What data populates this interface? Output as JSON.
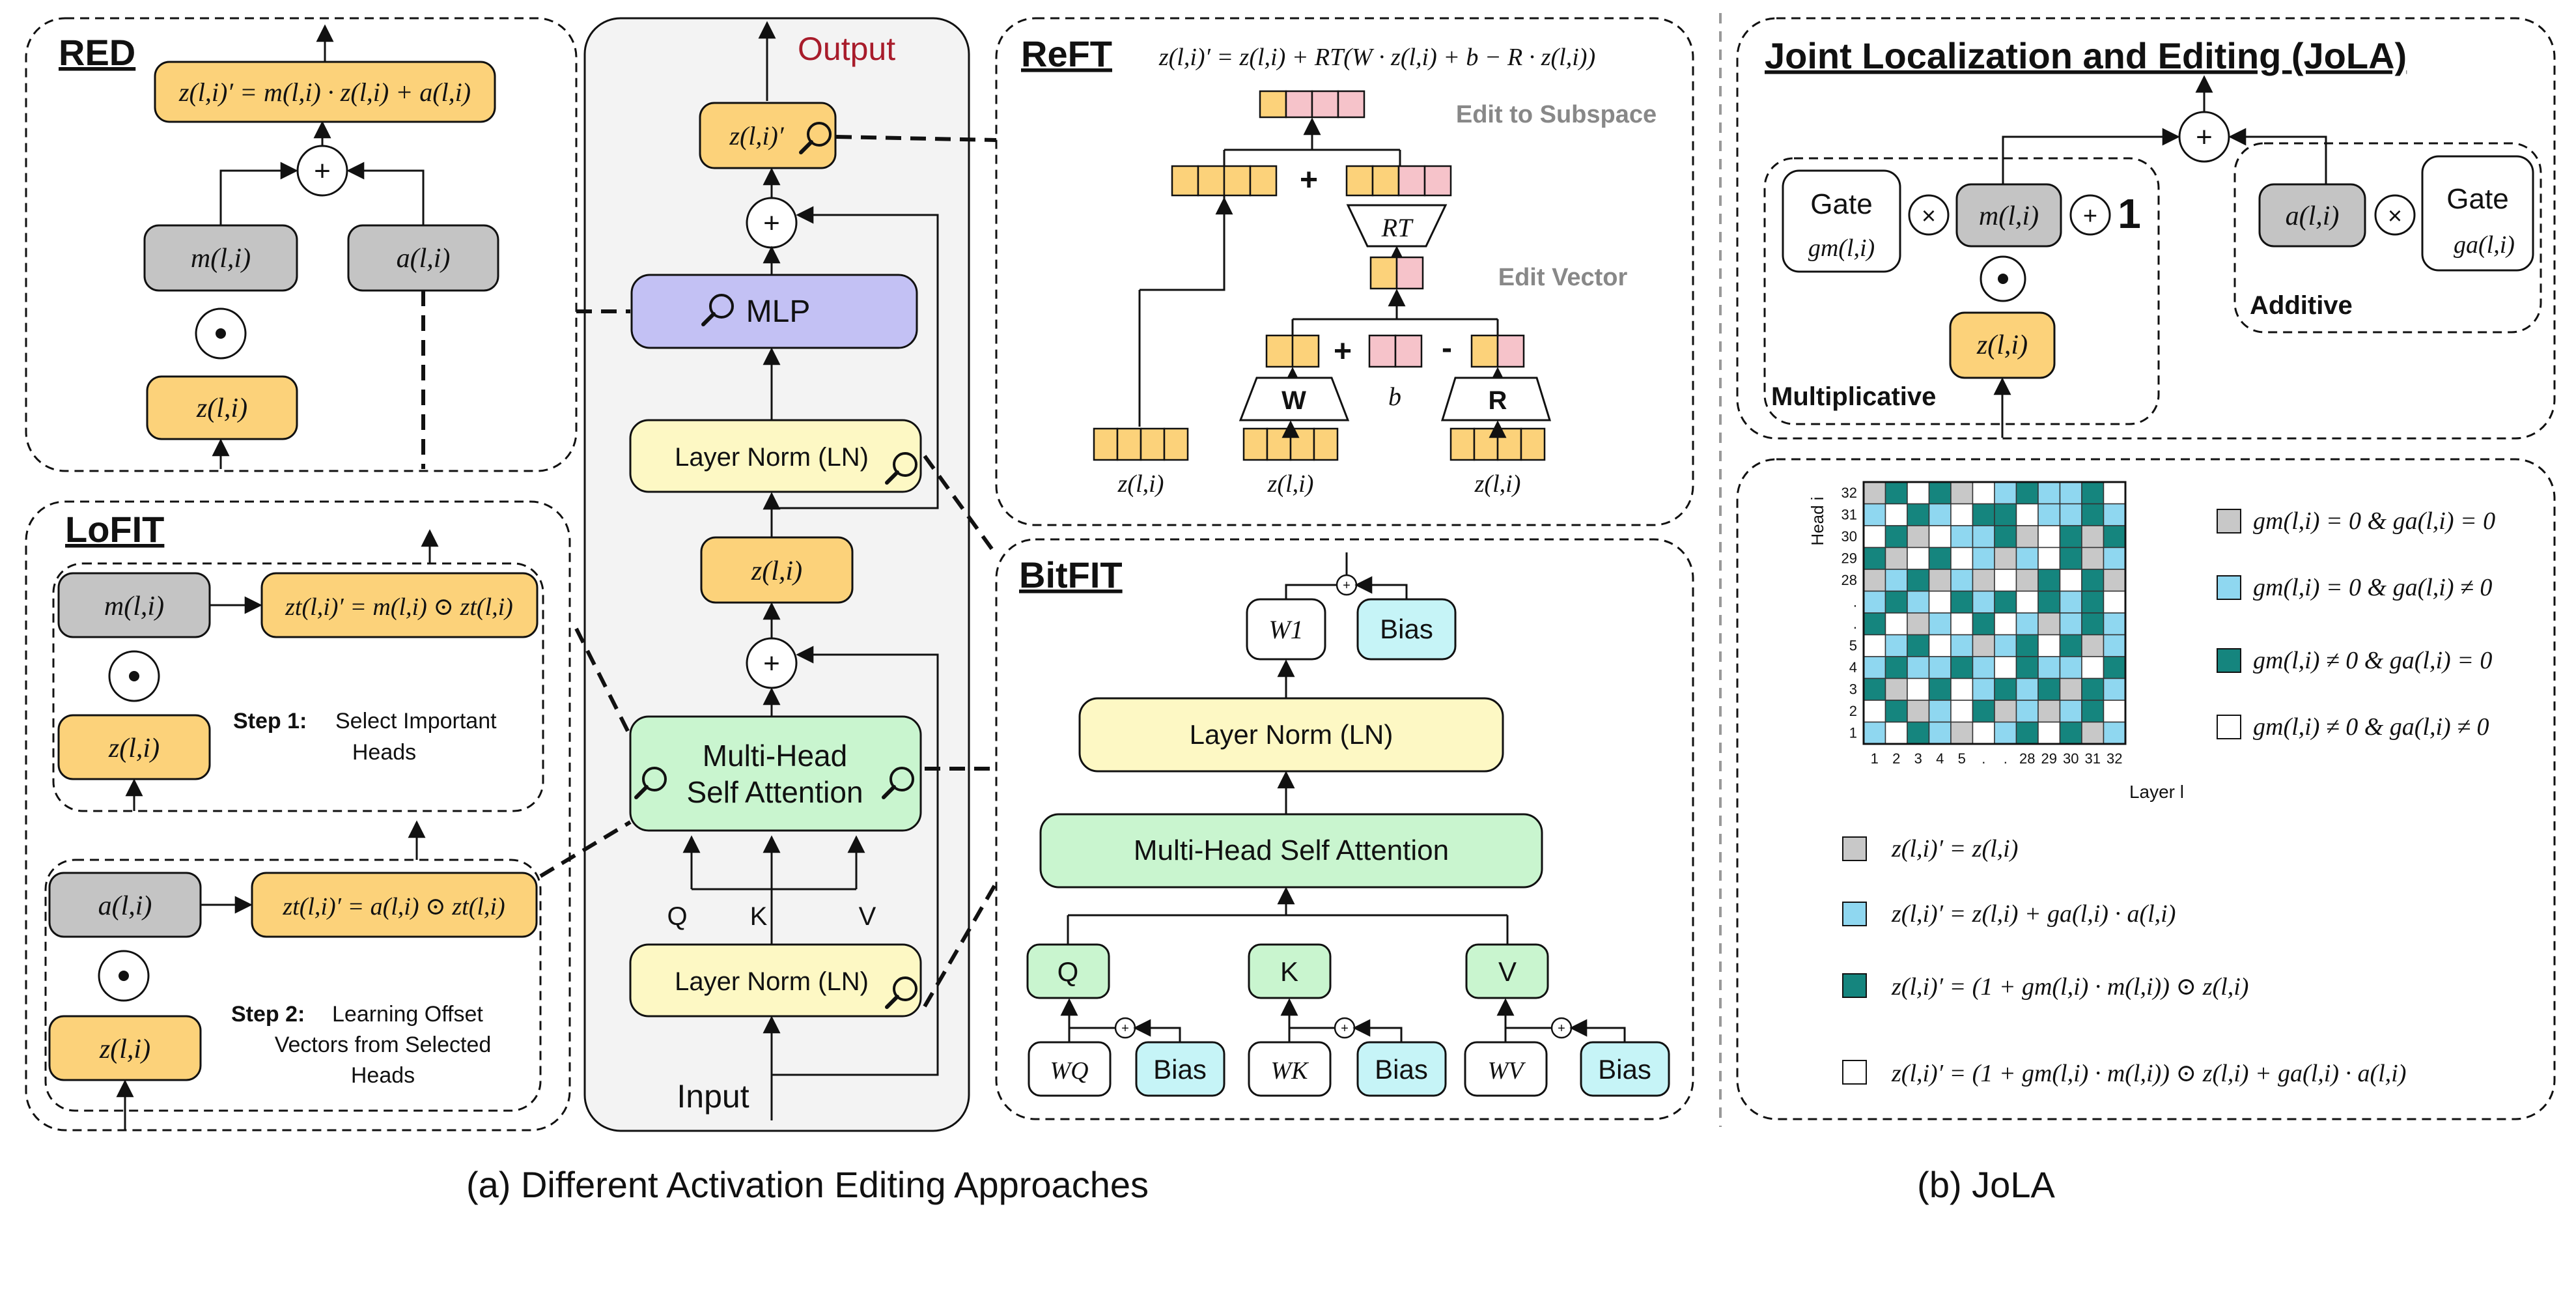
{
  "captions": {
    "a": "(a) Different Activation Editing Approaches",
    "b": "(b) JoLA"
  },
  "center": {
    "output": "Output",
    "input": "Input",
    "mlp": "MLP",
    "ln_top": "Layer Norm (LN)",
    "ln_bottom": "Layer Norm (LN)",
    "mhsa_1": "Multi-Head",
    "mhsa_2": "Self Attention",
    "q": "Q",
    "k": "K",
    "v": "V",
    "z": "z(l,i)",
    "z_prime": "z(l,i)′"
  },
  "red": {
    "title": "RED",
    "eq": "z(l,i)′ = m(l,i) · z(l,i) + a(l,i)",
    "m": "m(l,i)",
    "a": "a(l,i)",
    "z": "z(l,i)"
  },
  "lofit": {
    "title": "LoFIT",
    "m": "m(l,i)",
    "z1": "z(l,i)",
    "eq1": "zt(l,i)′ = m(l,i) ⊙ zt(l,i)",
    "step1_bold": "Step 1:",
    "step1_a": "Select Important",
    "step1_b": "Heads",
    "a": "a(l,i)",
    "z2": "z(l,i)",
    "eq2": "zt(l,i)′ = a(l,i) ⊙ zt(l,i)",
    "step2_bold": "Step 2:",
    "step2_a": "Learning Offset",
    "step2_b": "Vectors from Selected",
    "step2_c": "Heads"
  },
  "reft": {
    "title": "ReFT",
    "eq": "z(l,i)′ = z(l,i) + RT(W · z(l,i) + b − R · z(l,i))",
    "edit_subspace": "Edit to Subspace",
    "edit_vector": "Edit Vector",
    "rt": "RT",
    "w": "W",
    "r": "R",
    "b": "b",
    "plus": "+",
    "minus": "-",
    "z_label": "z(l,i)"
  },
  "bitfit": {
    "title": "BitFIT",
    "w1": "W1",
    "bias": "Bias",
    "ln": "Layer Norm (LN)",
    "mhsa": "Multi-Head Self Attention",
    "q": "Q",
    "k": "K",
    "v": "V",
    "wq": "WQ",
    "wk": "WK",
    "wv": "WV"
  },
  "jola": {
    "title": "Joint Localization and Editing (JoLA)",
    "gate": "Gate",
    "gm": "gm(l,i)",
    "ga": "ga(l,i)",
    "m": "m(l,i)",
    "a": "a(l,i)",
    "z": "z(l,i)",
    "one": "1",
    "multiplicative": "Multiplicative",
    "additive": "Additive",
    "head_label": "Head i",
    "layer_label": "Layer l",
    "head_ticks": [
      "32",
      "31",
      "30",
      "29",
      "28",
      ".",
      ".",
      "5",
      "4",
      "3",
      "2",
      "1"
    ],
    "layer_ticks": [
      "1",
      "2",
      "3",
      "4",
      "5",
      ".",
      ".",
      "28",
      "29",
      "30",
      "31",
      "32"
    ],
    "legend_top": [
      "gm(l,i) = 0 & ga(l,i) = 0",
      "gm(l,i) = 0 & ga(l,i) ≠ 0",
      "gm(l,i) ≠ 0 & ga(l,i) = 0",
      "gm(l,i) ≠ 0 & ga(l,i) ≠ 0"
    ],
    "legend_bottom": [
      "z(l,i)′ = z(l,i)",
      "z(l,i)′ = z(l,i) + ga(l,i) · a(l,i)",
      "z(l,i)′ = (1 + gm(l,i) · m(l,i)) ⊙ z(l,i)",
      "z(l,i)′ = (1 + gm(l,i) · m(l,i)) ⊙ z(l,i) + ga(l,i) · a(l,i)"
    ],
    "grid": [
      "GTWTGWBTBBTW",
      "BWTBWTTWBBTB",
      "WTGWBBTGWTGT",
      "TGWTWBGBWTGB",
      "GBTGBGWGTWTG",
      "BTBWTBTWTBTW",
      "TWGBWTWBGBTB",
      "WBTWBGBTWTGB",
      "BTBBTBWTBBWT",
      "TGWTWBTBTGTB",
      "WTGBWTGBGBTW",
      "BWTBGWBTWTGB"
    ],
    "cell_colors": {
      "G": "#c8c8c8",
      "B": "#8fd7f0",
      "T": "#15857e",
      "W": "#ffffff"
    }
  },
  "colors": {
    "orange": "#fcd27a",
    "gray_box": "#c4c4c4",
    "purple": "#c3c1f4",
    "yellow": "#fdf8c4",
    "green": "#c9f5cf",
    "cyan": "#c6f4f7",
    "pink": "#f6c3ca",
    "panel_fill": "#f3f3f3"
  }
}
